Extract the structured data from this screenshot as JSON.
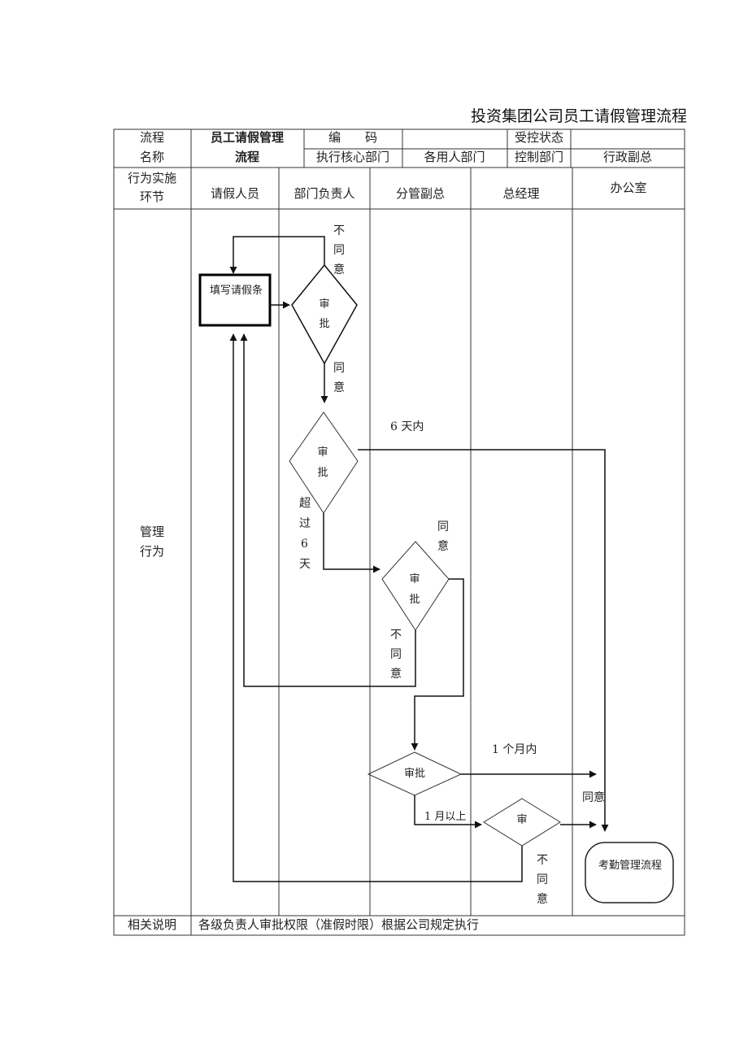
{
  "document": {
    "title": "投资集团公司员工请假管理流程"
  },
  "header": {
    "row1": {
      "label_1": "流程",
      "name_line1": "员工请假管理",
      "code_label": "编　　码",
      "code_value": "",
      "status_label": "受控状态",
      "status_value": ""
    },
    "row2": {
      "label_2": "名称",
      "name_line2": "流程",
      "exec_dept_label": "执行核心部门",
      "exec_dept_value": "各用人部门",
      "control_dept_label": "控制部门",
      "control_dept_value": "行政副总"
    }
  },
  "lanes": {
    "header_label_1": "行为实施",
    "header_label_2": "环节",
    "names": [
      "请假人员",
      "部门负责人",
      "分管副总",
      "总经理",
      "办公室"
    ]
  },
  "body": {
    "section_label_1": "管理",
    "section_label_2": "行为"
  },
  "nodes": {
    "fill_form": "填写请假条",
    "review_1_a": "审",
    "review_1_b": "批",
    "review_2_a": "审",
    "review_2_b": "批",
    "review_3_a": "审",
    "review_3_b": "批",
    "review_4": "审批",
    "review_5": "审",
    "attendance": "考勤管理流程"
  },
  "edge_labels": {
    "disagree_1": "不同意",
    "agree_1": "同意",
    "within_6_days": "6 天内",
    "over_6_a": "超",
    "over_6_b": "过",
    "over_6_c": "6",
    "over_6_d": "天",
    "agree_2": "同意",
    "disagree_2": "不同意",
    "within_1_month": "1 个月内",
    "over_1_month": "1 月以上",
    "agree_3": "同意",
    "disagree_3": "不同意"
  },
  "footer": {
    "label": "相关说明",
    "text": "各级负责人审批权限（准假时限）根据公司规定执行"
  }
}
